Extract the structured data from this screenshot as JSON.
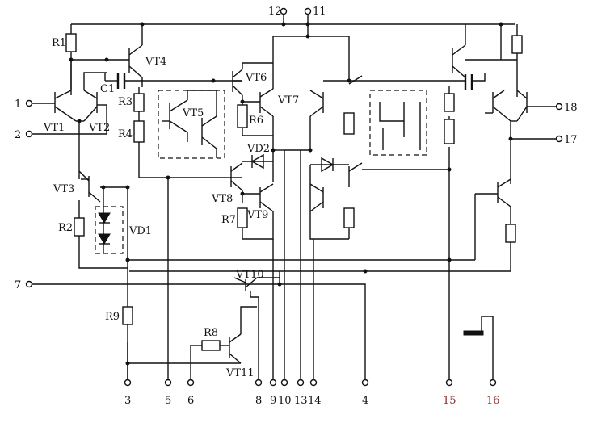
{
  "labels": {
    "R1": "R1",
    "R2": "R2",
    "R3": "R3",
    "R4": "R4",
    "R6": "R6",
    "R7": "R7",
    "R8": "R8",
    "R9": "R9",
    "C1": "C1",
    "VT1": "VT1",
    "VT2": "VT2",
    "VT3": "VT3",
    "VT4": "VT4",
    "VT5": "VT5",
    "VT6": "VT6",
    "VT7": "VT7",
    "VT8": "VT8",
    "VT9": "VT9",
    "VT10": "VT10",
    "VT11": "VT11",
    "VD1": "VD1",
    "VD2": "VD2"
  },
  "pins": {
    "p1": "1",
    "p2": "2",
    "p3": "3",
    "p4": "4",
    "p5": "5",
    "p6": "6",
    "p7": "7",
    "p8": "8",
    "p9": "9",
    "p10": "10",
    "p11": "11",
    "p12": "12",
    "p13": "13",
    "p14": "14",
    "p15": "15",
    "p16": "16",
    "p17": "17",
    "p18": "18"
  },
  "colors": {
    "ink": "#111111",
    "pin_highlight": "#8a2a2a"
  }
}
